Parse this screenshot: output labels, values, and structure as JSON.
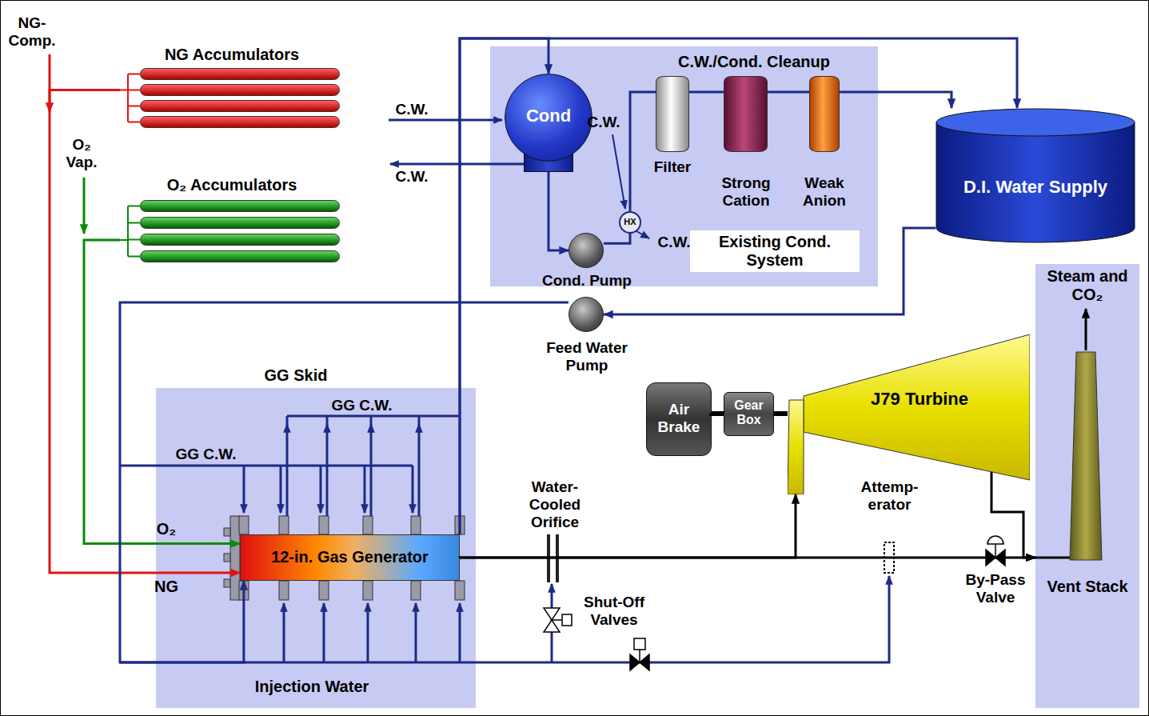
{
  "diagram": {
    "nodes": [
      {
        "text": [
          "NG Accumulators"
        ]
      },
      {
        "text": [
          "O₂ Accumulators"
        ]
      },
      {
        "text": [
          "C.W./Cond. Cleanup",
          "Existing Cond. System"
        ]
      },
      {
        "text": [
          "Cond"
        ],
        "in": 2
      },
      {
        "text": [
          "HX"
        ],
        "in": 2
      },
      {
        "text": [
          "Filter"
        ],
        "in": 2
      },
      {
        "text": [
          "Strong Cation"
        ],
        "in": 2
      },
      {
        "text": [
          "Weak Anion"
        ],
        "in": 2
      },
      {
        "text": [
          "Cond. Pump"
        ],
        "in": 2
      },
      {
        "text": [
          "D.I. Water Supply"
        ]
      },
      {
        "text": [
          "Feed Water Pump"
        ]
      },
      {
        "text": [
          "GG Skid",
          "Injection Water"
        ]
      },
      {
        "text": [
          "12-in. Gas Generator"
        ],
        "in": 11
      },
      {
        "text": [
          "Air Brake"
        ]
      },
      {
        "text": [
          "Gear Box"
        ]
      },
      {
        "text": [
          "J79 Turbine"
        ]
      },
      {
        "text": [
          "Steam and CO₂",
          "Vent Stack"
        ]
      }
    ],
    "edges": [
      {
        "from": 0,
        "to": 12,
        "arrow": "to",
        "label": "NG"
      },
      {
        "from": 1,
        "to": 12,
        "arrow": "to",
        "label": "O₂"
      },
      {
        "from": 3,
        "to": 8,
        "arrow": "to"
      },
      {
        "from": 8,
        "to": 4,
        "arrow": "none"
      },
      {
        "from": 4,
        "to": 5,
        "arrow": "none"
      },
      {
        "from": 5,
        "to": 6,
        "arrow": "none"
      },
      {
        "from": 6,
        "to": 7,
        "arrow": "none"
      },
      {
        "from": 7,
        "to": 9,
        "arrow": "to"
      },
      {
        "from": 9,
        "to": 10,
        "arrow": "to"
      },
      {
        "from": 10,
        "to": 12,
        "arrow": "to"
      },
      {
        "from": 12,
        "to": 3,
        "arrow": "to"
      },
      {
        "from": 12,
        "to": 9,
        "arrow": "to"
      },
      {
        "from": 12,
        "to": 15,
        "arrow": "to"
      },
      {
        "from": 12,
        "to": 16,
        "arrow": "to"
      },
      {
        "from": 15,
        "to": 16,
        "arrow": "to"
      },
      {
        "from": 13,
        "to": 14,
        "arrow": "none"
      },
      {
        "from": 14,
        "to": 15,
        "arrow": "none"
      }
    ],
    "labels": [
      "NG- Comp.",
      "O₂ Vap.",
      "C.W.",
      "C.W.",
      "C.W.",
      "C.W.",
      "GG C.W.",
      "GG C.W.",
      "Water- Cooled Orifice",
      "Shut-Off Valves",
      "Attemp- erator",
      "By-Pass Valve"
    ]
  }
}
